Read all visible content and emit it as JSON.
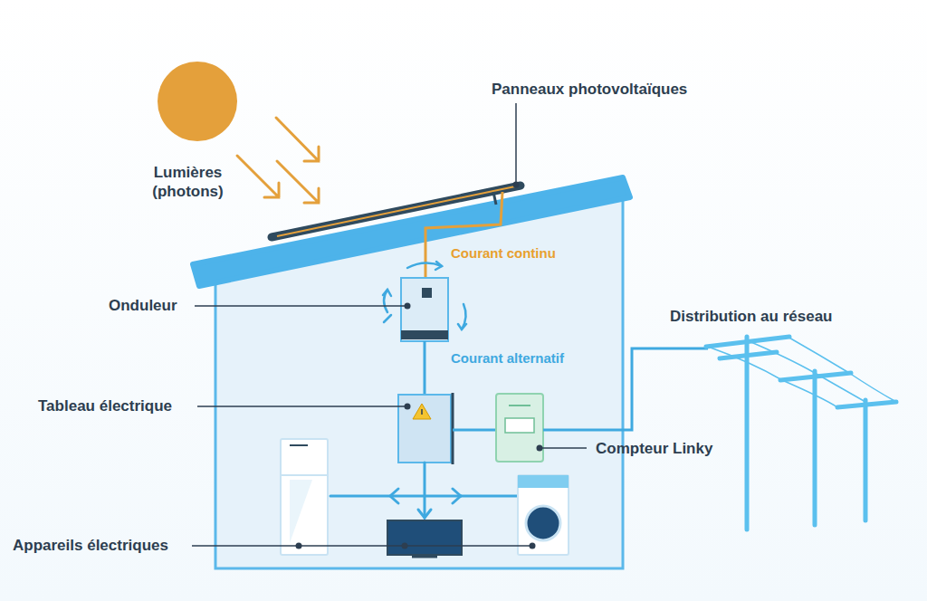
{
  "diagram": {
    "labels": [
      "Panneaux photovoltaïques",
      "Lumières (photons)",
      "Courant continu",
      "Onduleur",
      "Courant alternatif",
      "Tableau électrique",
      "Distribution au réseau",
      "Compteur Linky",
      "Appareils électriques"
    ]
  }
}
